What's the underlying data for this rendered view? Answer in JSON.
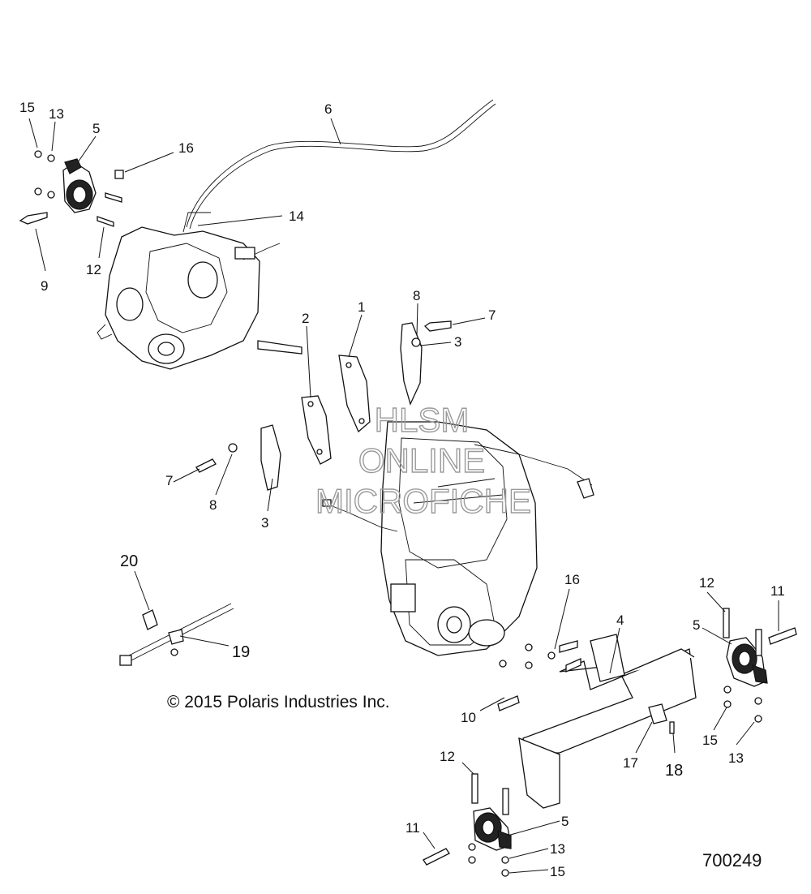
{
  "copyright": "© 2015 Polaris Industries Inc.",
  "diagram_number": "700249",
  "watermark": [
    "HLSM",
    "ONLINE",
    "MICROFICHE"
  ],
  "callouts": {
    "c15a": "15",
    "c13a": "13",
    "c5a": "5",
    "c16a": "16",
    "c9": "9",
    "c12a": "12",
    "c6": "6",
    "c14": "14",
    "c2": "2",
    "c1": "1",
    "c8a": "8",
    "c7a": "7",
    "c3a": "3",
    "c7b": "7",
    "c8b": "8",
    "c3b": "3",
    "c20": "20",
    "c19": "19",
    "c16b": "16",
    "c4": "4",
    "c10": "10",
    "c12b": "12",
    "c11a": "11",
    "c5b": "5",
    "c15b": "15",
    "c13b": "13",
    "c17": "17",
    "c18": "18",
    "c12c": "12",
    "c11b": "11",
    "c5c": "5",
    "c13c": "13",
    "c15c": "15"
  }
}
